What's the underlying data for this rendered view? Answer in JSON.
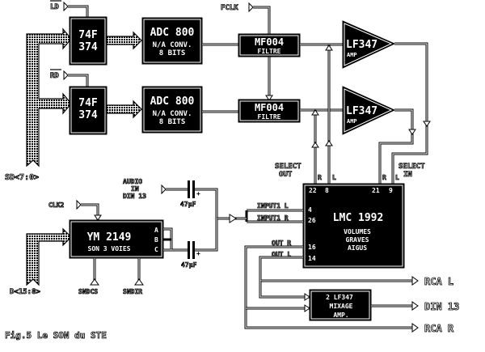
{
  "caption": "Fig.5 Le SON du STE",
  "signals": {
    "ld": "LD",
    "rd": "RD",
    "fclk": "FCLK",
    "clk2": "CLK2",
    "sd_bus": "SD<7:0>",
    "d_bus": "D<15:8>",
    "sndcs": "SNDCS",
    "sndir": "SNDIR",
    "audio_in": [
      "AUDIO",
      "IN",
      "DIN 13"
    ]
  },
  "blocks": {
    "latch_top": [
      "74F",
      "374"
    ],
    "latch_bottom": [
      "74F",
      "374"
    ],
    "dac_top": {
      "title": "ADC 800",
      "sub": [
        "N/A CONV.",
        "8 BITS"
      ]
    },
    "dac_bottom": {
      "title": "ADC 800",
      "sub": [
        "N/A CONV.",
        "8 BITS"
      ]
    },
    "filter_top": {
      "title": "MF004",
      "sub": "FILTRE"
    },
    "filter_bottom": {
      "title": "MF004",
      "sub": "FILTRE"
    },
    "amp_top": {
      "title": "LF347",
      "sub": "AMP"
    },
    "amp_bottom": {
      "title": "LF347",
      "sub": "AMP"
    },
    "ym": {
      "title": "YM 2149",
      "sub": "SON 3 VOIES",
      "pins": [
        "A",
        "B",
        "C"
      ]
    },
    "lmc": {
      "title": "LMC 1992",
      "sub": [
        "VOLUMES",
        "GRAVES",
        "AIGUS"
      ],
      "pins_top": [
        "22",
        "8",
        "21",
        "9"
      ],
      "pins_left": [
        "4",
        "26",
        "16",
        "14"
      ]
    },
    "mixer": {
      "lines": [
        "2 LF347",
        "MIXAGE",
        "AMP."
      ]
    }
  },
  "labels": {
    "select_out": [
      "SELECT",
      "OUT"
    ],
    "select_in": [
      "SELECT",
      "IN"
    ],
    "r": "R",
    "l": "L",
    "input1_l": "INPUT1 L",
    "input1_r": "INPUT1 R",
    "out_r": "OUT R",
    "out_l": "OUT L",
    "cap1": "47µF",
    "cap2": "47µF",
    "plus": "+"
  },
  "outputs": [
    "RCA L",
    "DIN 13",
    "RCA R"
  ]
}
